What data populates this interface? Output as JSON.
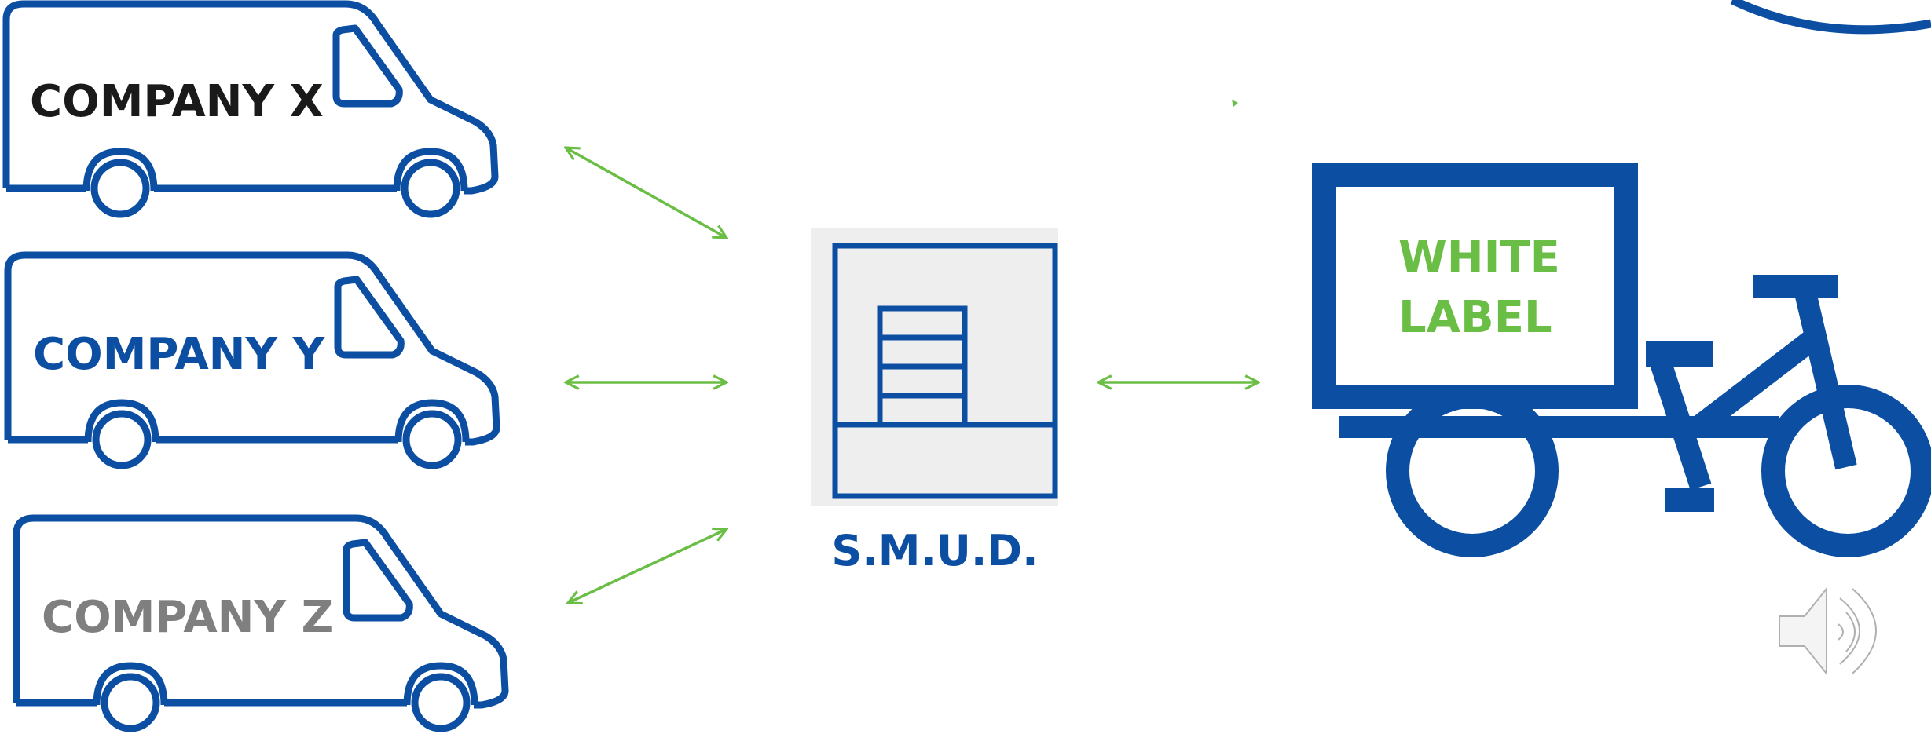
{
  "vans": [
    {
      "label": "COMPANY X"
    },
    {
      "label": "COMPANY Y"
    },
    {
      "label": "COMPANY Z"
    }
  ],
  "hub": {
    "label": "S.M.U.D."
  },
  "cargo_bike": {
    "label_line1": "WHITE",
    "label_line2": "LABEL"
  },
  "colors": {
    "primary_blue": "#0B4EA2",
    "arrow_green": "#6BBE45",
    "company_x_text": "#1A1A1A",
    "company_y_text": "#0B4EA2",
    "company_z_text": "#7F7F7F",
    "label_green": "#6BBE45",
    "hub_bg": "#EEEEEE",
    "speaker_gray": "#B0B0B0"
  },
  "icons": [
    "van-icon",
    "warehouse-icon",
    "cargo-bike-icon",
    "speaker-icon",
    "arrow-icon"
  ]
}
